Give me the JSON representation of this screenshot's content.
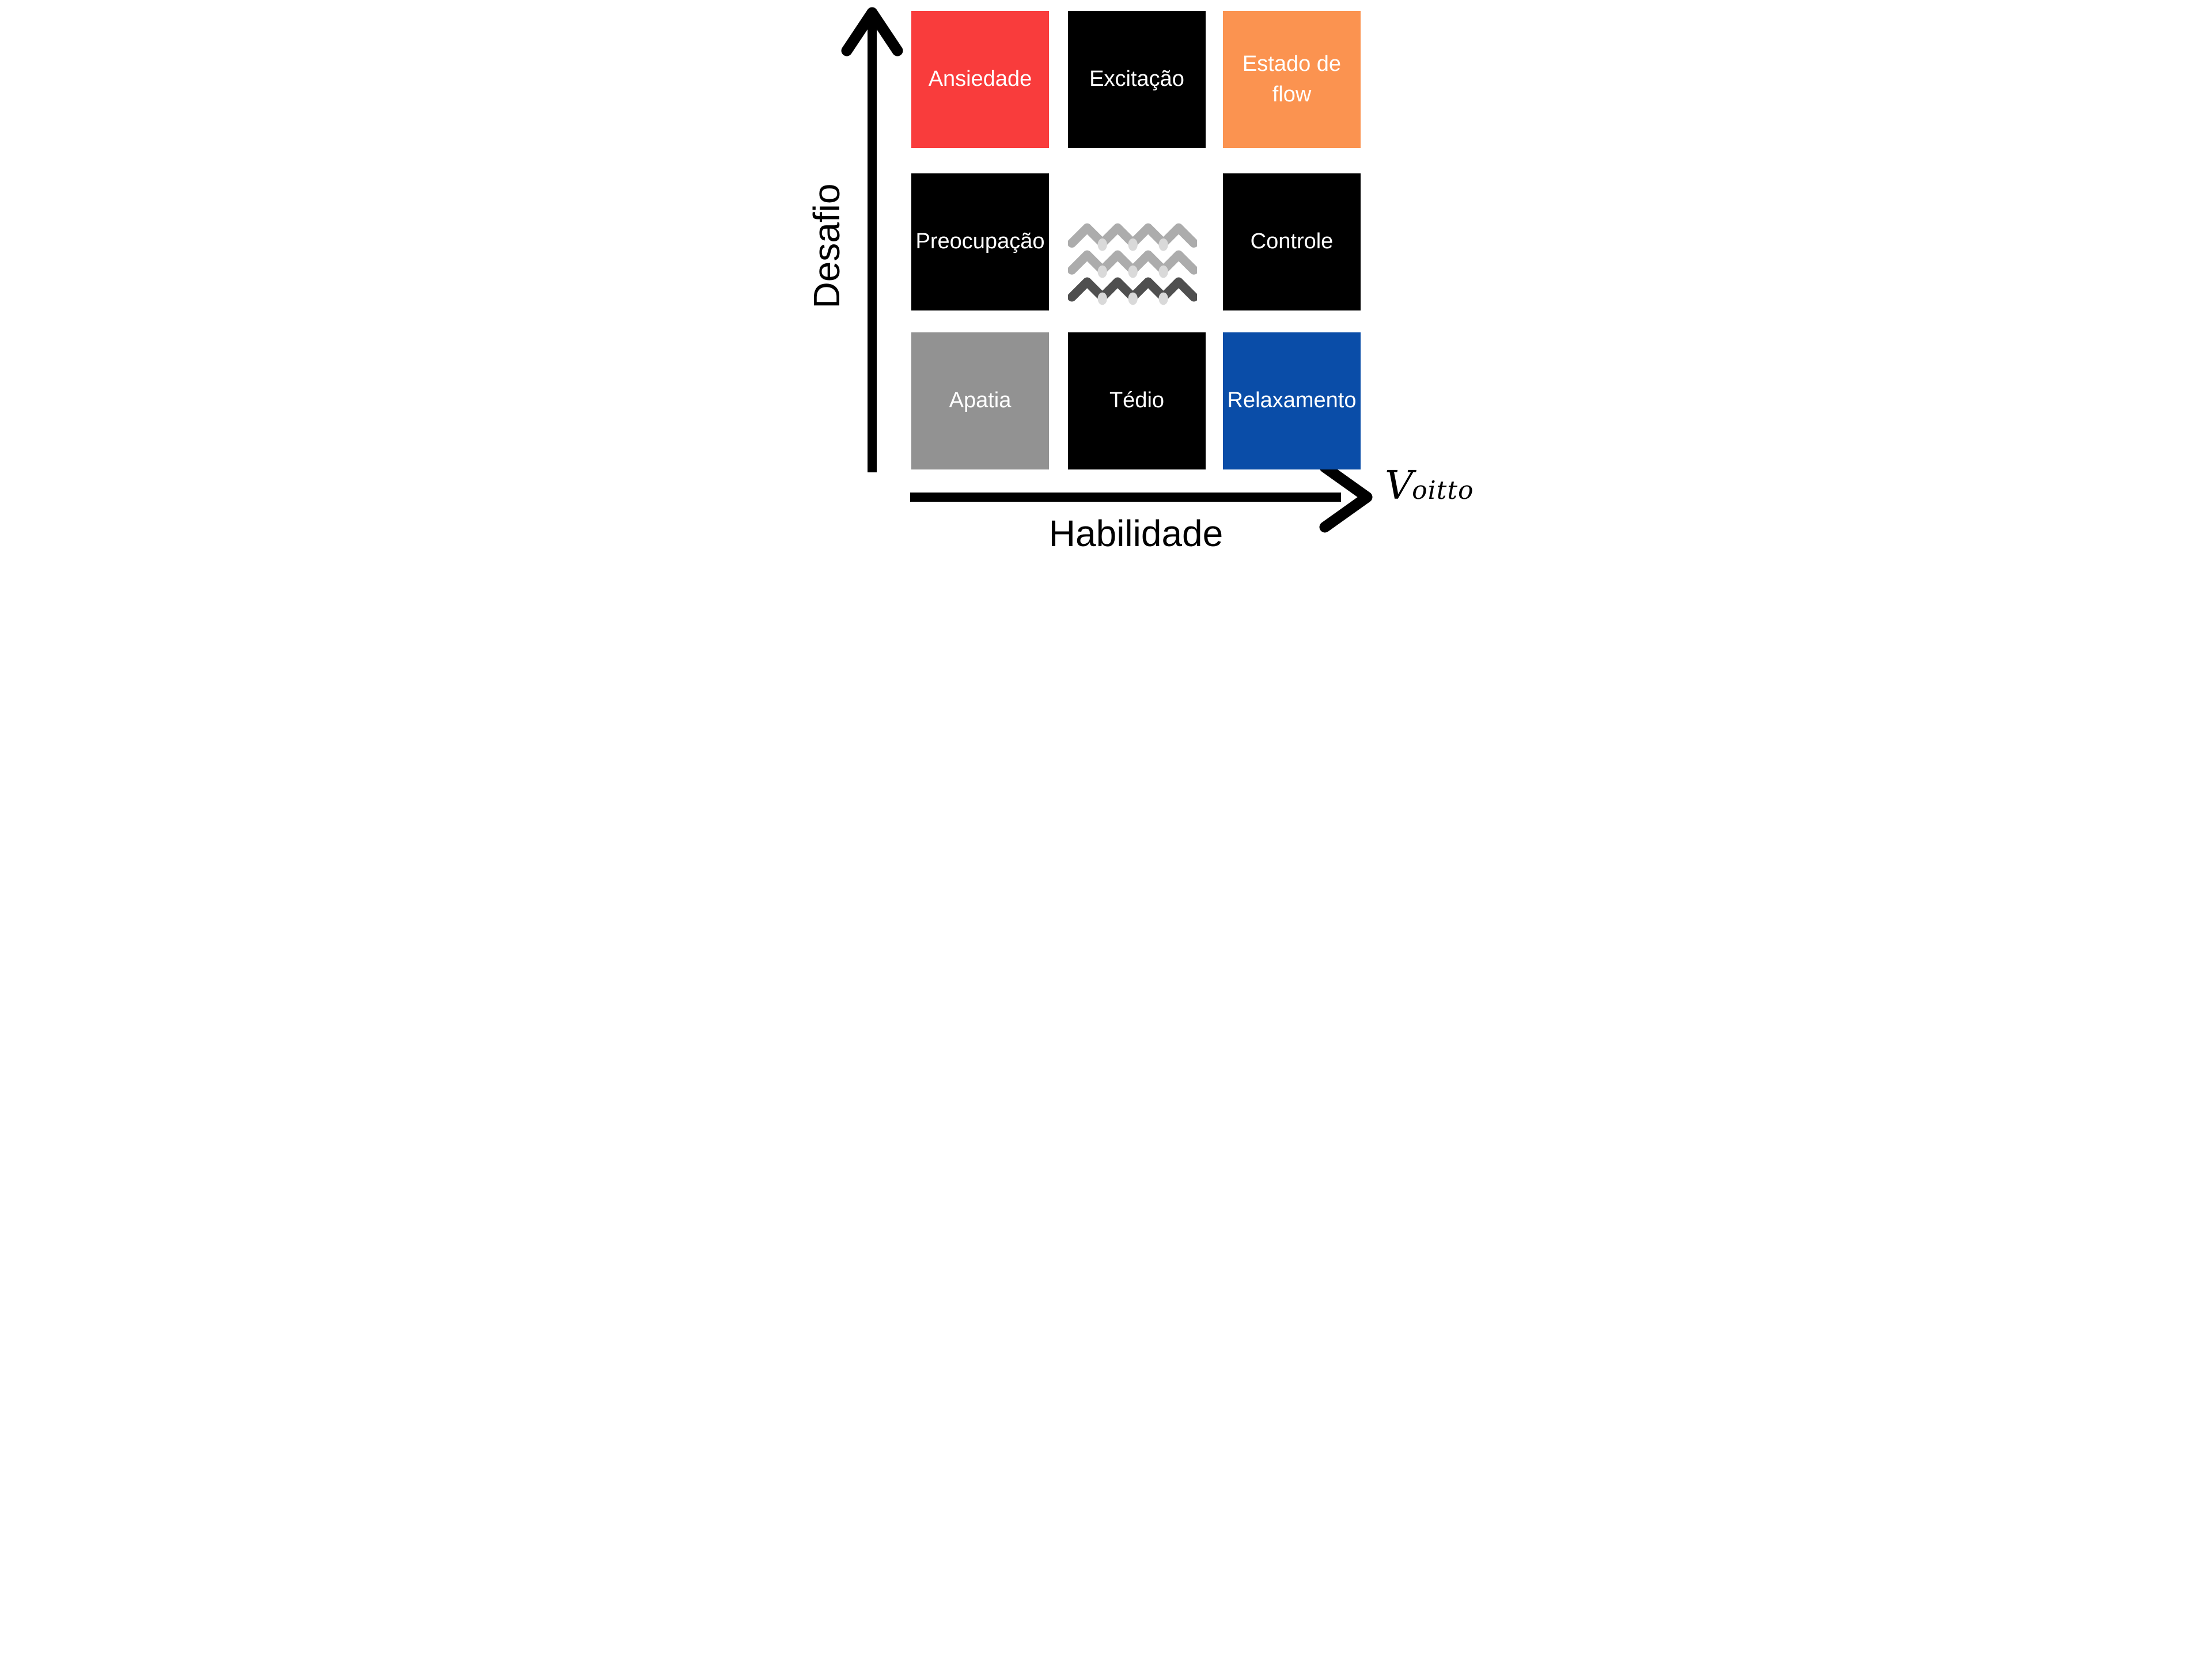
{
  "diagram": {
    "y_axis_label": "Desafio",
    "x_axis_label": "Habilidade",
    "axis_color": "#000000",
    "cells": [
      {
        "label": "Ansiedade",
        "bg": "#F93C3C"
      },
      {
        "label": "Excitação",
        "bg": "#000000"
      },
      {
        "label": "Estado de flow",
        "bg": "#FB9350"
      },
      {
        "label": "Preocupação",
        "bg": "#000000"
      },
      {
        "label": "Controle",
        "bg": "#000000"
      },
      {
        "label": "Apatia",
        "bg": "#929292"
      },
      {
        "label": "Tédio",
        "bg": "#000000"
      },
      {
        "label": "Relaxamento",
        "bg": "#0A4DA8"
      }
    ],
    "center_icon": {
      "name": "flow-waves-icon",
      "wave_colors": [
        "#ACACAC",
        "#ACACAC",
        "#4F4F4F"
      ],
      "dot_color": "#D9D9D9"
    }
  },
  "branding": {
    "logo_text": "oitto",
    "logo_initial": "V"
  }
}
